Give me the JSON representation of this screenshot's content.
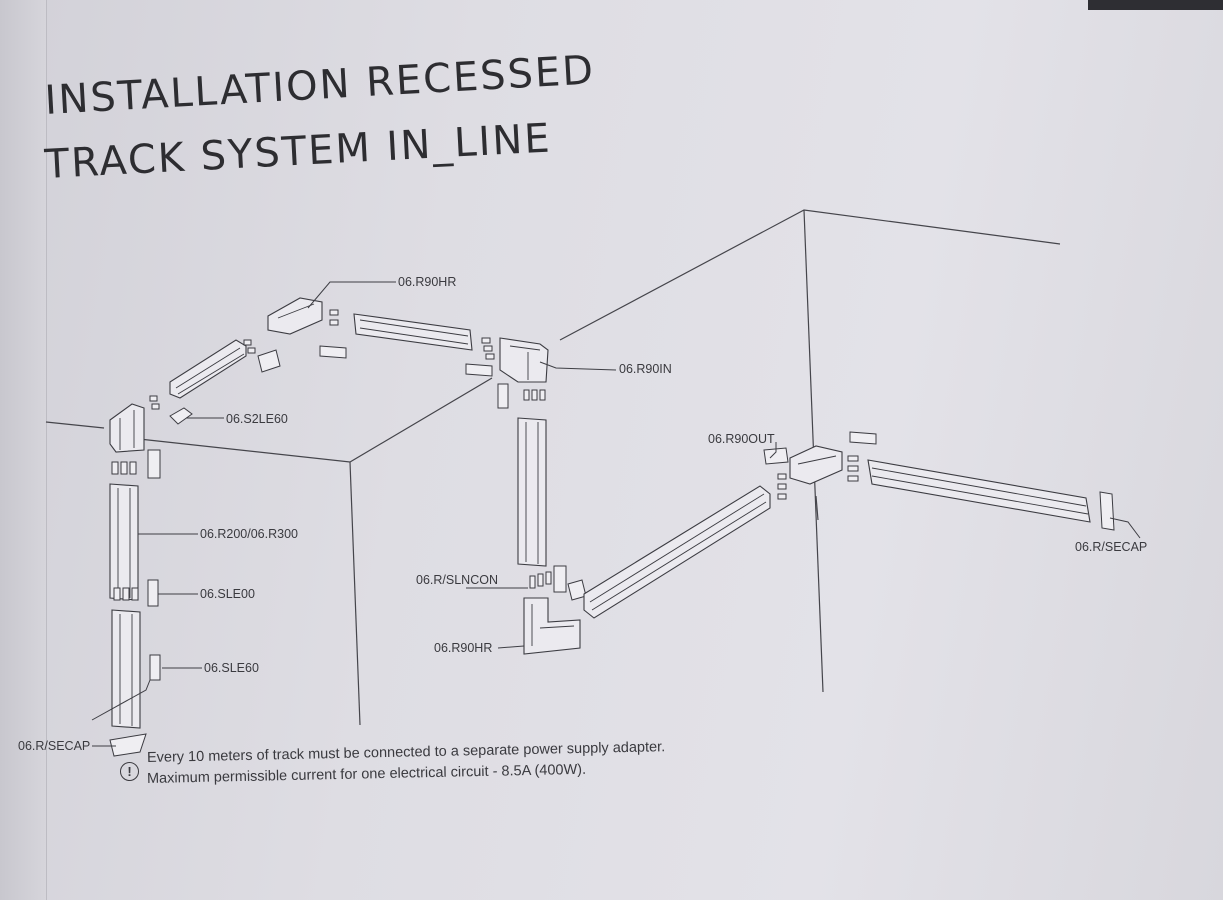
{
  "title": {
    "line1": "INSTALLATION RECESSED",
    "line2": "TRACK SYSTEM IN_LINE"
  },
  "labels": {
    "r90hr_top": "06.R90HR",
    "r90in": "06.R90IN",
    "s2le60": "06.S2LE60",
    "r90out": "06.R90OUT",
    "r200_r300": "06.R200/06.R300",
    "secap_right": "06.R/SECAP",
    "slncon": "06.R/SLNCON",
    "sle00": "06.SLE00",
    "r90hr_bottom": "06.R90HR",
    "sle60": "06.SLE60",
    "secap_left": "06.R/SECAP"
  },
  "note": {
    "icon": "warning-circle-icon",
    "line1": "Every 10 meters of track must be connected to a separate power supply adapter.",
    "line2": "Maximum permissible current for one electrical circuit - 8.5A (400W)."
  }
}
